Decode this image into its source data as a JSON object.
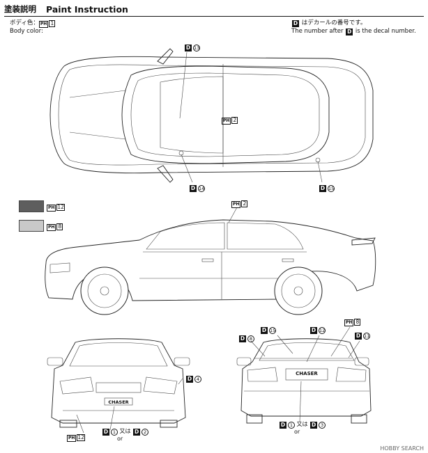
{
  "header": {
    "title_jp": "塗装説明",
    "title_en": "Paint Instruction"
  },
  "body_color": {
    "label_jp": "ボディ色：",
    "ph_prefix": "PH",
    "ph_number": "1",
    "label_en": "Body color:"
  },
  "decal_note": {
    "box_letter": "D",
    "text_jp": "はデカールの番号です。",
    "text_en_before": "The number after",
    "text_en_after": "is the decal number."
  },
  "swatches": [
    {
      "ph": "PH",
      "number": "12",
      "color": "#5e5e5e"
    },
    {
      "ph": "PH",
      "number": "8",
      "color": "#c9c9c9"
    }
  ],
  "callouts": {
    "top_d13": {
      "d": "D",
      "num": "13"
    },
    "top_roof": {
      "ph": "PH",
      "num": "2"
    },
    "top_d14": {
      "d": "D",
      "num": "14"
    },
    "top_d15": {
      "d": "D",
      "num": "15"
    },
    "side_roof": {
      "ph": "PH",
      "num": "2"
    },
    "front_d4": {
      "d": "D",
      "num": "4"
    },
    "front_bottom": {
      "d1": "D",
      "num1": "1",
      "mid_jp": "又は",
      "or": "or",
      "d2": "D",
      "num2": "2"
    },
    "front_ph12": {
      "ph": "PH",
      "num": "12"
    },
    "rear_d8": {
      "d": "D",
      "num": "8"
    },
    "rear_d15": {
      "d": "D",
      "num": "15"
    },
    "rear_d12": {
      "d": "D",
      "num": "12"
    },
    "rear_ph8": {
      "ph": "PH",
      "num": "8"
    },
    "rear_d11": {
      "d": "D",
      "num": "11"
    },
    "rear_bottom": {
      "d1": "D",
      "num1": "1",
      "mid_jp": "又は",
      "or": "or",
      "d2": "D",
      "num2": "3"
    }
  },
  "plates": {
    "front": "CHASER",
    "rear": "CHASER"
  },
  "footer": {
    "watermark": "HOBBY SEARCH"
  }
}
